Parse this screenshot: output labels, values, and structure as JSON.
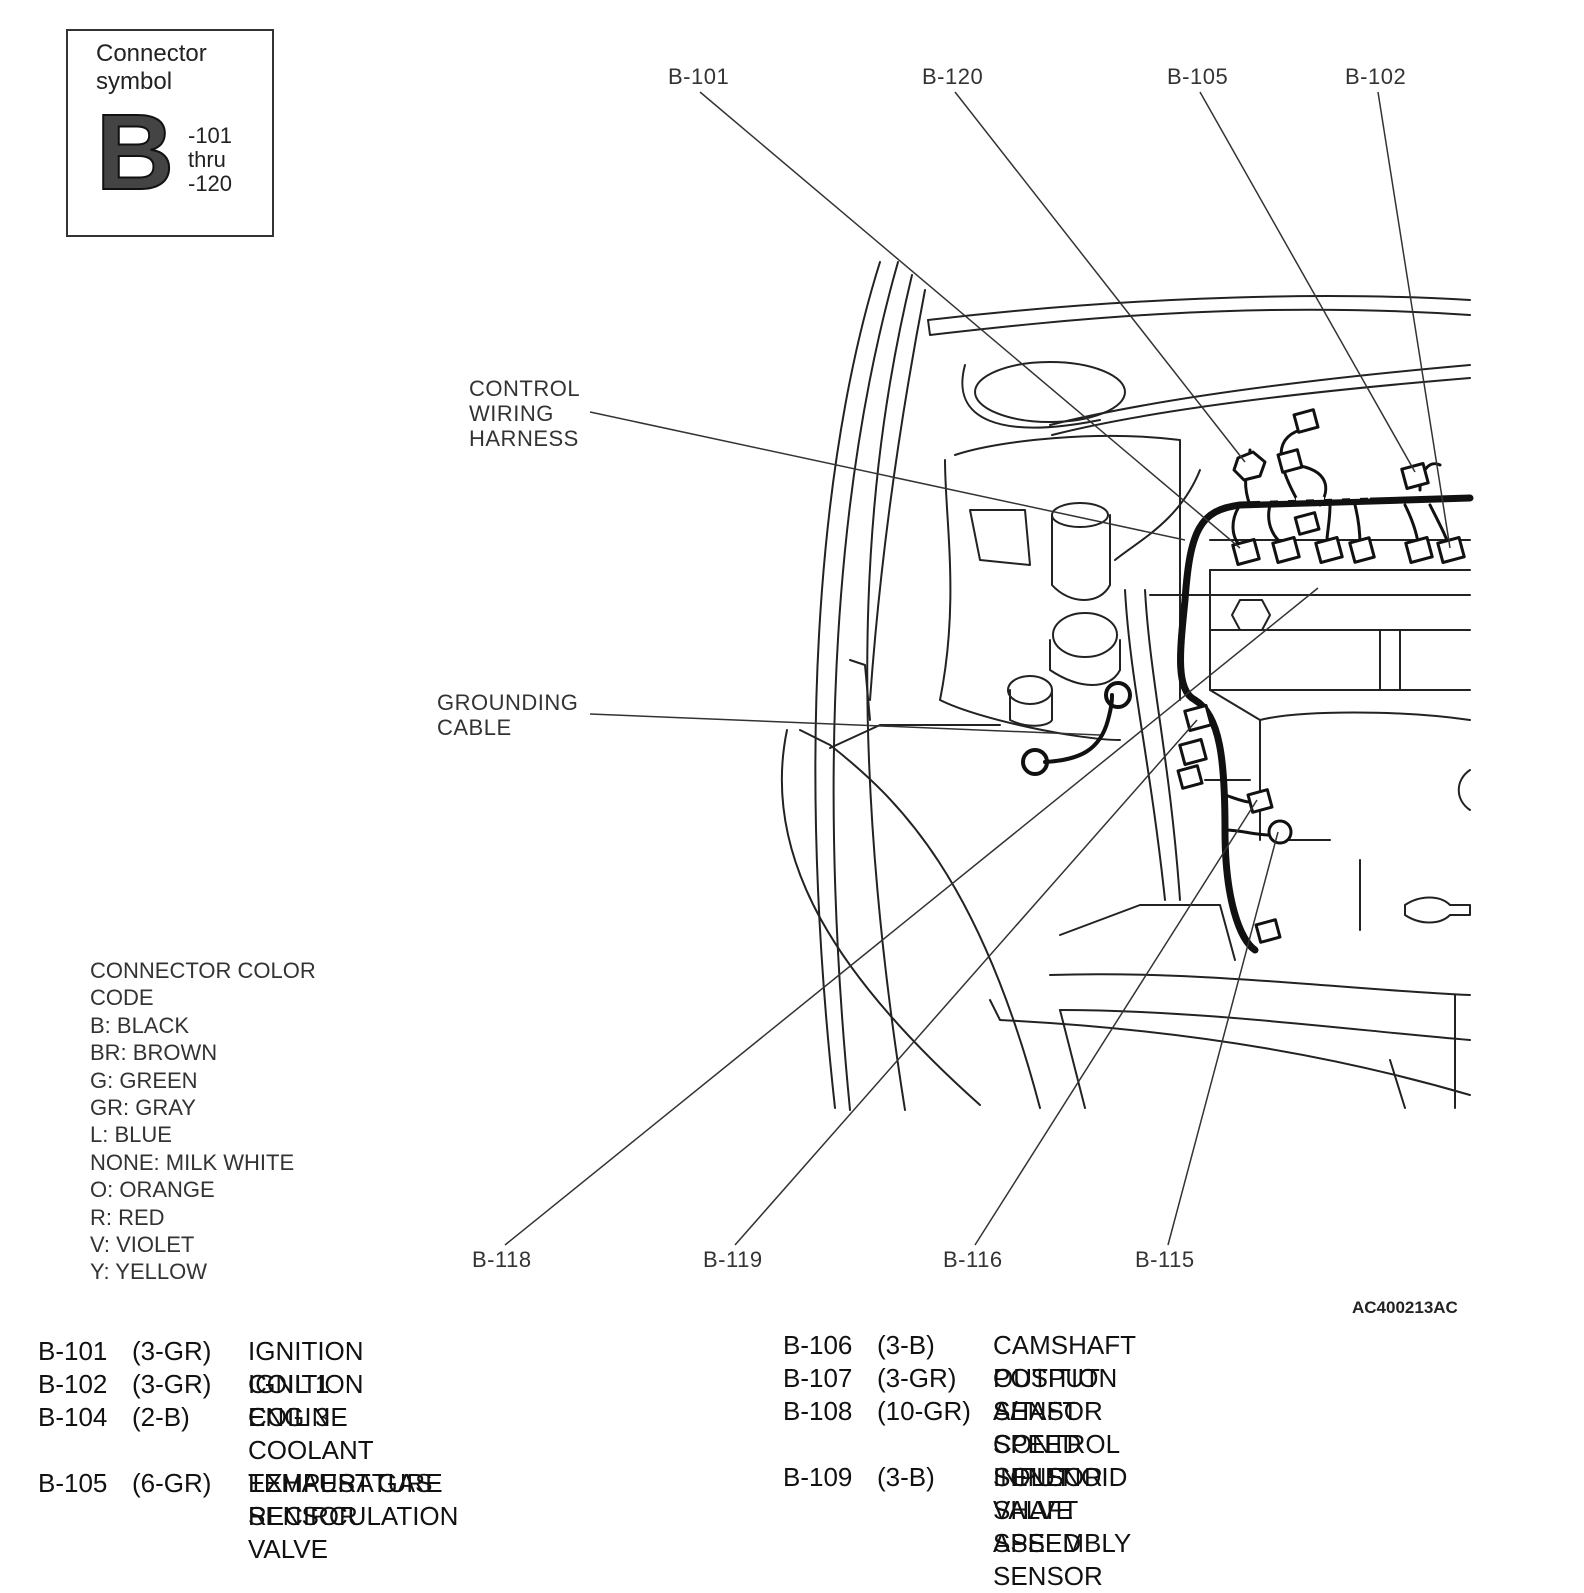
{
  "connector_symbol": {
    "title": "Connector\nsymbol",
    "letter": "B",
    "range_lines": [
      "-101",
      "thru",
      "-120"
    ]
  },
  "callouts": {
    "top": [
      "B-101",
      "B-120",
      "B-105",
      "B-102"
    ],
    "bottom": [
      "B-118",
      "B-119",
      "B-116",
      "B-115"
    ],
    "control_wiring_harness": [
      "CONTROL",
      "WIRING",
      "HARNESS"
    ],
    "grounding_cable": [
      "GROUNDING",
      "CABLE"
    ]
  },
  "color_code_legend": {
    "title_lines": [
      "CONNECTOR COLOR",
      "CODE"
    ],
    "entries": [
      "B: BLACK",
      "BR: BROWN",
      "G: GREEN",
      "GR: GRAY",
      "L: BLUE",
      "NONE: MILK WHITE",
      "O: ORANGE",
      "R: RED",
      "V: VIOLET",
      "Y: YELLOW"
    ]
  },
  "figure_id": "AC400213AC",
  "connector_list_left": [
    {
      "id": "B-101",
      "type": "(3-GR)",
      "name": "IGNITION COIL 1"
    },
    {
      "id": "B-102",
      "type": "(3-GR)",
      "name": "IGNITION COIL 3"
    },
    {
      "id": "B-104",
      "type": "(2-B)",
      "name": "ENGINE COOLANT TEMPERATURE\nSENSOR"
    },
    {
      "id": "B-105",
      "type": "(6-GR)",
      "name": "EXHAUST GAS RECIRCULATION\nVALVE"
    }
  ],
  "connector_list_right": [
    {
      "id": "B-106",
      "type": "(3-B)",
      "name": "CAMSHAFT POSITION SENSOR"
    },
    {
      "id": "B-107",
      "type": "(3-GR)",
      "name": "OUTPUT SHAFT SPEED SENSOR"
    },
    {
      "id": "B-108",
      "type": "(10-GR)",
      "name": "A/T CONTROL SOLENOID VALVE\nASSEMBLY"
    },
    {
      "id": "B-109",
      "type": "(3-B)",
      "name": "INPUT SHAFT SPEED SENSOR"
    }
  ]
}
